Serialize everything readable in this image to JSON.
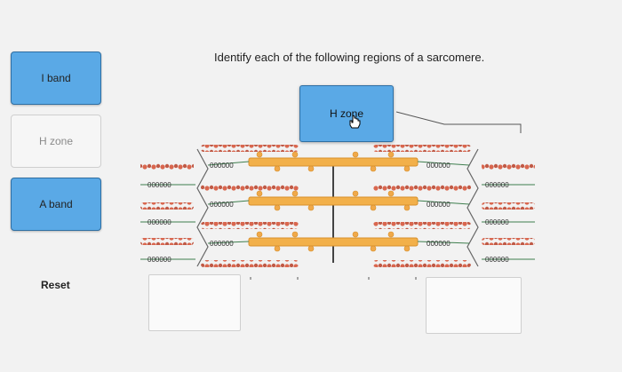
{
  "prompt": "Identify each of the following regions of a sarcomere.",
  "bank": {
    "i_band": "I band",
    "h_zone": "H zone",
    "a_band": "A band",
    "reset": "Reset"
  },
  "placed_label": "H zone",
  "titin_label": "000000",
  "colors": {
    "chip_blue": "#5aa9e6",
    "thick": "#f2b04a",
    "actin": "#d9674f",
    "titin": "#3f7f4f"
  }
}
